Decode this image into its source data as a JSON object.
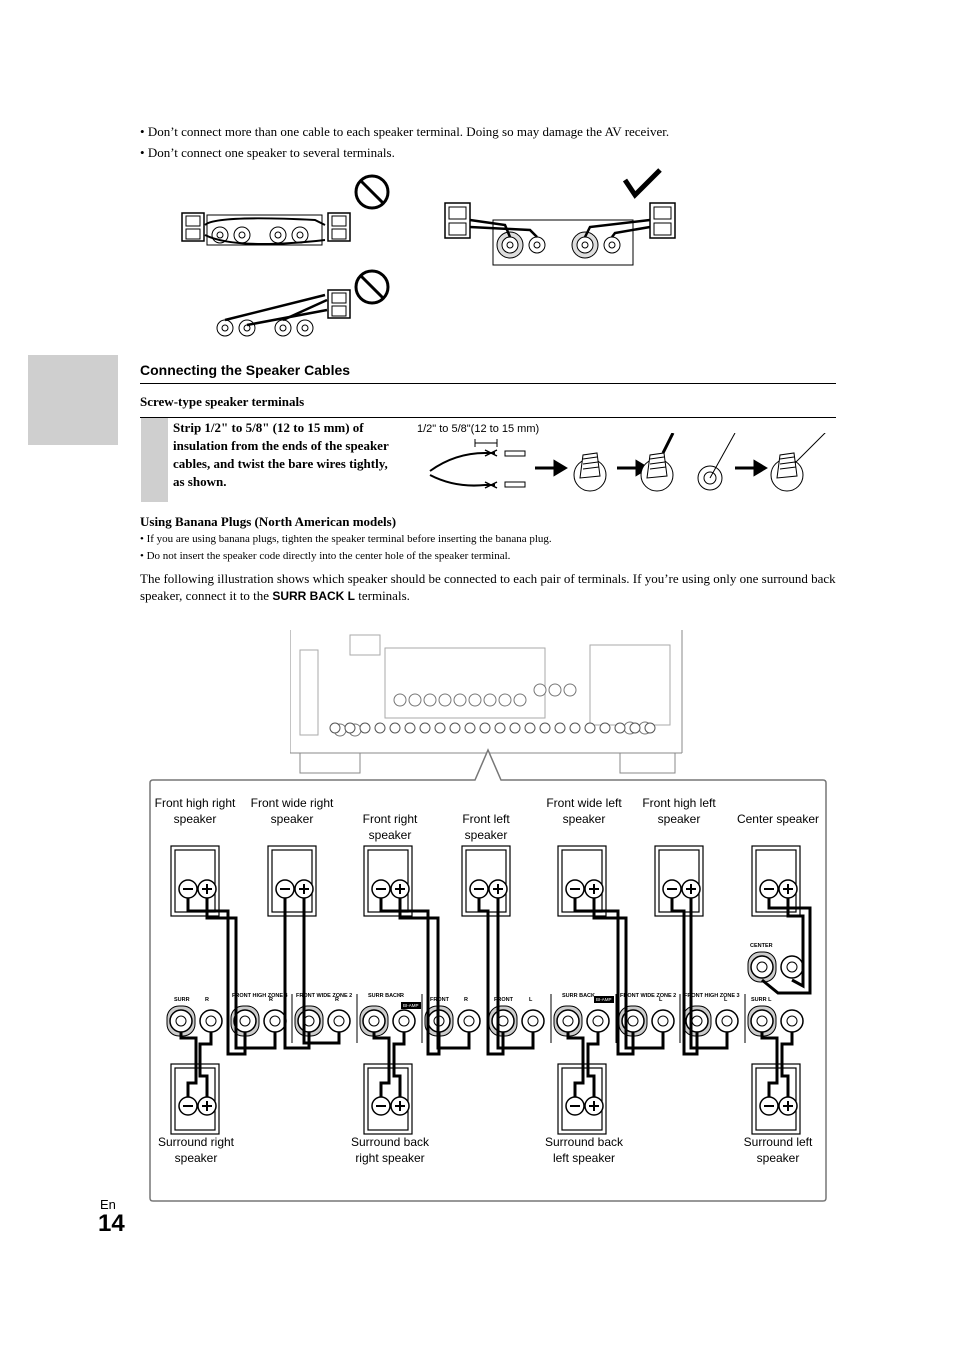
{
  "warnings": [
    "Don’t connect more than one cable to each speaker terminal. Doing so may damage the AV receiver.",
    "Don’t connect one speaker to several terminals."
  ],
  "section_title": "Connecting the Speaker Cables",
  "subsection_title": "Screw-type speaker terminals",
  "step_text": "Strip 1/2\" to 5/8\" (12 to 15 mm) of insulation from the ends of the speaker cables, and twist the bare wires tightly, as shown.",
  "strip_label": "1/2\" to 5/8\"(12 to 15 mm)",
  "banana": {
    "title": "Using Banana Plugs (North American models)",
    "notes": [
      "If you are using banana plugs, tighten the speaker terminal before inserting the banana plug.",
      "Do not insert the speaker code directly into the center hole of the speaker terminal."
    ]
  },
  "illustration_text_1": "The following illustration shows which speaker should be connected to each pair of terminals. If you’re using only one surround back speaker, connect it to the ",
  "illustration_bold": "SURR BACK L",
  "illustration_text_2": " terminals.",
  "top_speakers": [
    "Front high right speaker",
    "Front wide right speaker",
    "Front right speaker",
    "Front left speaker",
    "Front wide left speaker",
    "Front high left speaker",
    "Center speaker"
  ],
  "bottom_speakers": [
    "Surround right speaker",
    "Surround back right speaker",
    "Surround back left speaker",
    "Surround left speaker"
  ],
  "terminal_labels": {
    "surr": "SURR",
    "r": "R",
    "l": "L",
    "front_high_zone3": "FRONT HIGH ZONE 3",
    "front_wide_zone2": "FRONT WIDE ZONE 2",
    "surr_back": "SURR BACK",
    "front": "FRONT",
    "bi_amp": "BI-AMP",
    "surr_l": "SURR L",
    "center": "CENTER"
  },
  "page": {
    "lang": "En",
    "number": "14"
  }
}
